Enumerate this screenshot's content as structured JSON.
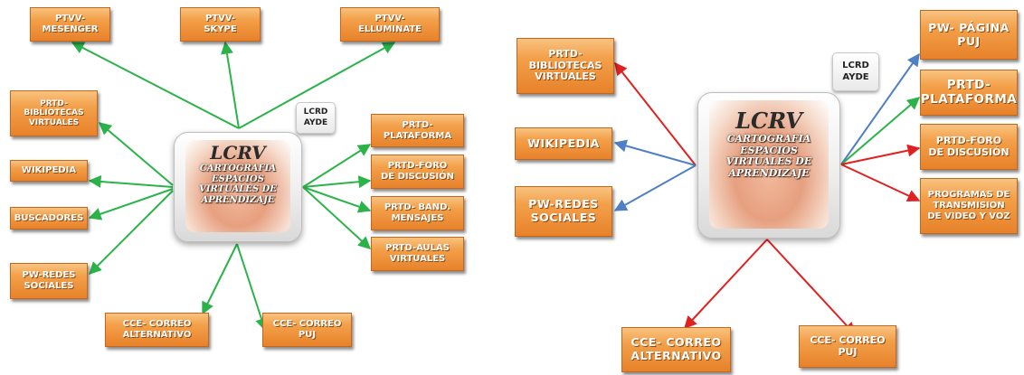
{
  "colors": {
    "green": "#2bb34a",
    "red": "#e02121",
    "blue": "#4f7fc4",
    "node_orange": "#f0962f"
  },
  "left_map": {
    "center": {
      "title": "LCRV",
      "subtitle": "CARTOGRAFIA\nESPACIOS\nVIRTUALES DE\nAPRENDIZAJE"
    },
    "tag": "LCRD\nAYDE",
    "nodes": [
      {
        "id": "l_messenger",
        "label": "PTVV-\nMESENGER",
        "color": "green"
      },
      {
        "id": "l_skype",
        "label": "PTVV-\nSKYPE",
        "color": "green"
      },
      {
        "id": "l_elluminate",
        "label": "PTVV-\nELLUMINATE",
        "color": "green"
      },
      {
        "id": "l_bibliotecas",
        "label": "PRTD-\nBIBLIOTECAS\nVIRTUALES",
        "color": "green"
      },
      {
        "id": "l_wikipedia",
        "label": "WIKIPEDIA",
        "color": "green"
      },
      {
        "id": "l_buscadores",
        "label": "BUSCADORES",
        "color": "green"
      },
      {
        "id": "l_redes",
        "label": "PW-REDES\nSOCIALES",
        "color": "green"
      },
      {
        "id": "l_correo_alt",
        "label": "CCE- CORREO\nALTERNATIVO",
        "color": "green"
      },
      {
        "id": "l_correo_puj",
        "label": "CCE- CORREO\nPUJ",
        "color": "green"
      },
      {
        "id": "l_plataforma",
        "label": "PRTD-\nPLATAFORMA",
        "color": "green"
      },
      {
        "id": "l_foro",
        "label": "PRTD-FORO\nDE DISCUSIÓN",
        "color": "green"
      },
      {
        "id": "l_band",
        "label": "PRTD- BAND.\nMENSAJES",
        "color": "green"
      },
      {
        "id": "l_aulas",
        "label": "PRTD-AULAS\nVIRTUALES",
        "color": "green"
      }
    ]
  },
  "right_map": {
    "center": {
      "title": "LCRV",
      "subtitle": "CARTOGRAFIA\nESPACIOS\nVIRTUALES DE\nAPRENDIZAJE"
    },
    "tag": "LCRD\nAYDE",
    "nodes": [
      {
        "id": "r_bibliotecas",
        "label": "PRTD-\nBIBLIOTECAS\nVIRTUALES",
        "color": "red"
      },
      {
        "id": "r_wikipedia",
        "label": "WIKIPEDIA",
        "color": "blue"
      },
      {
        "id": "r_redes",
        "label": "PW-REDES\nSOCIALES",
        "color": "blue"
      },
      {
        "id": "r_pagina",
        "label": "PW- PÁGINA\nPUJ",
        "color": "blue"
      },
      {
        "id": "r_plataforma",
        "label": "PRTD-\nPLATAFORMA",
        "color": "green"
      },
      {
        "id": "r_foro",
        "label": "PRTD-FORO\nDE DISCUSIÓN",
        "color": "red"
      },
      {
        "id": "r_programas",
        "label": "PROGRAMAS DE\nTRANSMISION\nDE VIDEO Y VOZ",
        "color": "red"
      },
      {
        "id": "r_correo_alt",
        "label": "CCE- CORREO\nALTERNATIVO",
        "color": "red"
      },
      {
        "id": "r_correo_puj",
        "label": "CCE- CORREO\nPUJ",
        "color": "red"
      }
    ]
  }
}
